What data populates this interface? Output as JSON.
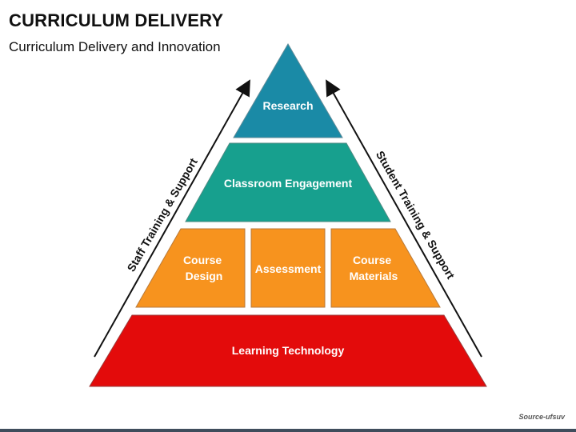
{
  "title": "CURRICULUM DELIVERY",
  "subtitle": "Curriculum Delivery and Innovation",
  "tiers": {
    "research": "Research",
    "classroom": "Classroom Engagement",
    "course_design": [
      "Course",
      "Design"
    ],
    "assessment": "Assessment",
    "course_materials": [
      "Course",
      "Materials"
    ],
    "learning_technology": "Learning Technology"
  },
  "left_arrow_label": "Staff Training & Support",
  "right_arrow_label": "Student Training & Support",
  "source": "Source-ufsuv",
  "colors": {
    "research": "#1a8aa6",
    "classroom": "#17a08e",
    "course": "#f7931e",
    "technology": "#e30b0b"
  }
}
